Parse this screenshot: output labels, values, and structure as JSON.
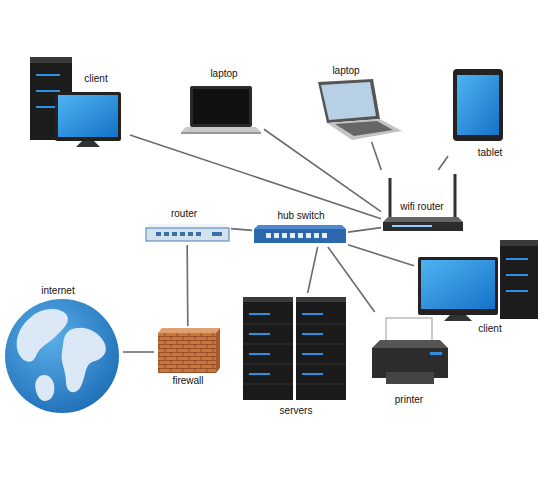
{
  "diagram": {
    "nodes": [
      {
        "text": [
          "client"
        ]
      },
      {
        "text": [
          "laptop"
        ]
      },
      {
        "text": [
          "laptop"
        ]
      },
      {
        "text": [
          "tablet"
        ]
      },
      {
        "text": [
          "wifi router"
        ]
      },
      {
        "text": [
          "router"
        ]
      },
      {
        "text": [
          "hub switch"
        ]
      },
      {
        "text": [
          "client"
        ]
      },
      {
        "text": [
          "internet"
        ]
      },
      {
        "text": [
          "servers"
        ]
      },
      {
        "text": [
          "firewall"
        ]
      },
      {
        "text": [
          "printer"
        ]
      }
    ],
    "edges": [
      {
        "from": 0,
        "to": 4,
        "arrow": "none"
      },
      {
        "from": 1,
        "to": 4,
        "arrow": "none"
      },
      {
        "from": 2,
        "to": 4,
        "arrow": "none"
      },
      {
        "from": 3,
        "to": 4,
        "arrow": "none"
      },
      {
        "from": 4,
        "to": 6,
        "arrow": "none"
      },
      {
        "from": 6,
        "to": 5,
        "arrow": "none"
      },
      {
        "from": 5,
        "to": 10,
        "arrow": "none"
      },
      {
        "from": 10,
        "to": 8,
        "arrow": "none"
      },
      {
        "from": 6,
        "to": 9,
        "arrow": "none"
      },
      {
        "from": 6,
        "to": 11,
        "arrow": "none"
      },
      {
        "from": 6,
        "to": 7,
        "arrow": "none"
      }
    ]
  }
}
